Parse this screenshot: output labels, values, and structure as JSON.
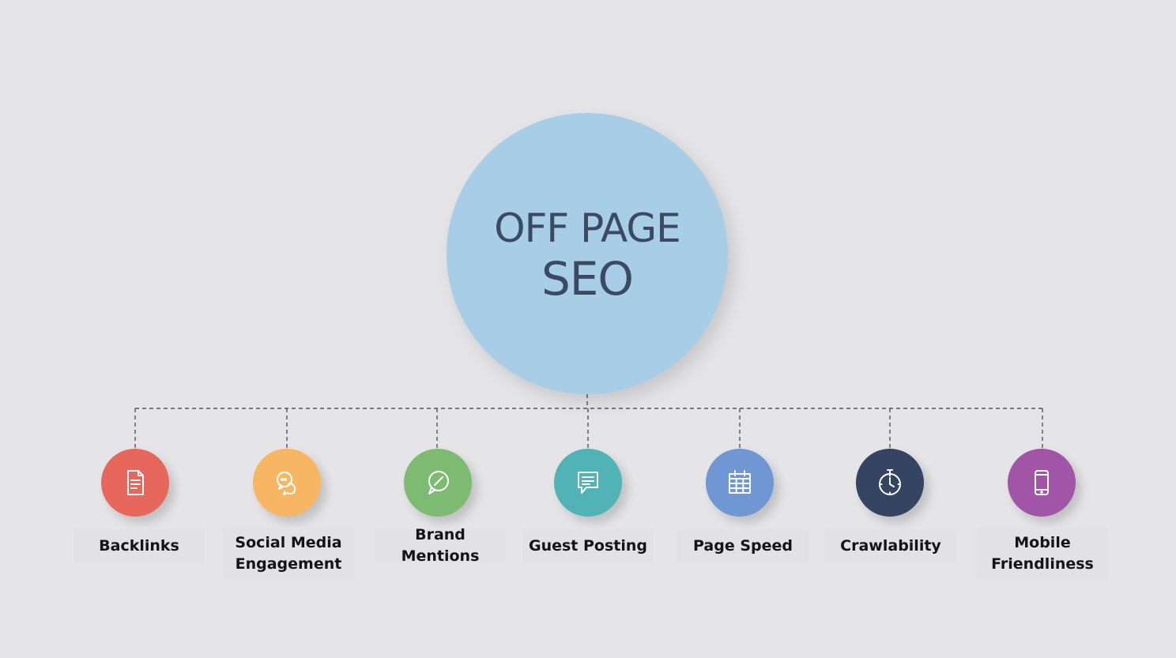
{
  "hub": {
    "line1": "OFF PAGE",
    "line2": "SEO",
    "color": "#a8cde6",
    "text_color": "#3a4a63"
  },
  "items": [
    {
      "label": "Backlinks",
      "color": "#e8675d",
      "icon": "document-icon"
    },
    {
      "label": "Social Media\nEngagement",
      "color": "#f6b663",
      "icon": "social-chat-icon"
    },
    {
      "label": "Brand Mentions",
      "color": "#7dbb73",
      "icon": "speech-bubble-icon"
    },
    {
      "label": "Guest Posting",
      "color": "#52b3b6",
      "icon": "message-icon"
    },
    {
      "label": "Page Speed",
      "color": "#6f97d3",
      "icon": "calendar-icon"
    },
    {
      "label": "Crawlability",
      "color": "#354561",
      "icon": "stopwatch-icon"
    },
    {
      "label": "Mobile\nFriendliness",
      "color": "#a155a7",
      "icon": "mobile-phone-icon"
    }
  ],
  "connector_color": "#555555"
}
